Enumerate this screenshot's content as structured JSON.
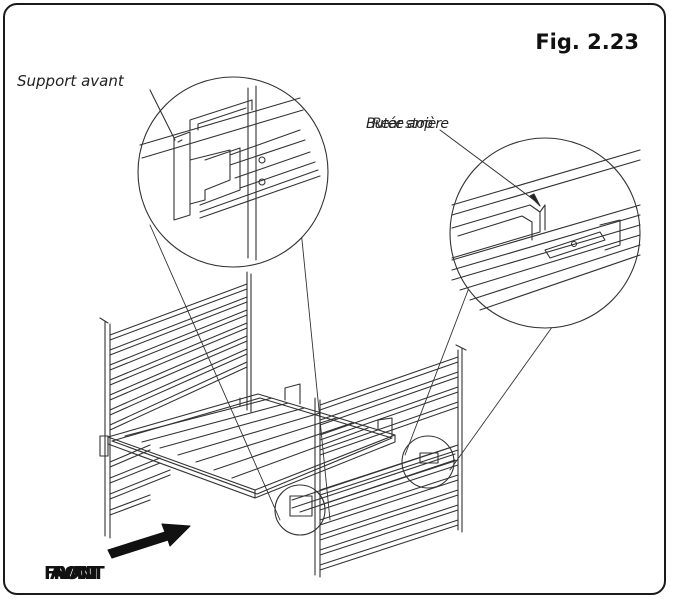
{
  "figure": {
    "number": "Fig. 2.23"
  },
  "callouts": {
    "front_support_fr": "Support avant",
    "rear_stop_fr": "Butée arrière",
    "rear_stop_en": "Rear stop"
  },
  "direction": {
    "front_en": "FRONT",
    "front_fr": "AVANT"
  }
}
